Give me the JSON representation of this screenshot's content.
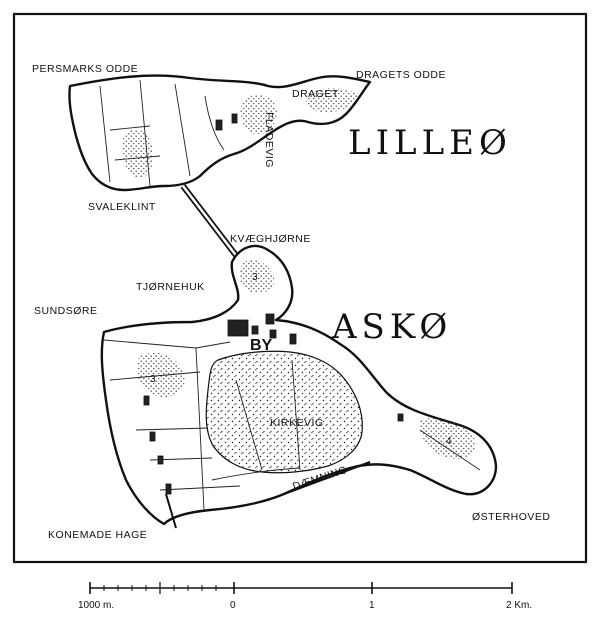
{
  "labels": {
    "persmarks_odde": "PERSMARKS ODDE",
    "dragets_odde": "DRAGETS ODDE",
    "draget": "DRAGET",
    "fladevig": "FLADEVIG",
    "lilleo": "LILLEØ",
    "svaleklint": "SVALEKLINT",
    "kvaeghjorne": "KVÆGHJØRNE",
    "tjornehuk": "TJØRNEHUK",
    "sundsore": "SUNDSØRE",
    "asko": "ASKØ",
    "by": "BY",
    "kirkevig": "KIRKEVIG",
    "daemning": "DÆMNING",
    "osterhoved": "ØSTERHOVED",
    "konemade_hage": "KONEMADE HAGE"
  },
  "field_numbers": {
    "n3_north": "3",
    "n3_west": "3",
    "n4_east": "4"
  },
  "scale_bar": {
    "label_left": "1000 m.",
    "label_zero": "0",
    "label_one": "1",
    "label_two": "2 Km."
  },
  "colors": {
    "ink": "#111111",
    "paper": "#ffffff"
  }
}
